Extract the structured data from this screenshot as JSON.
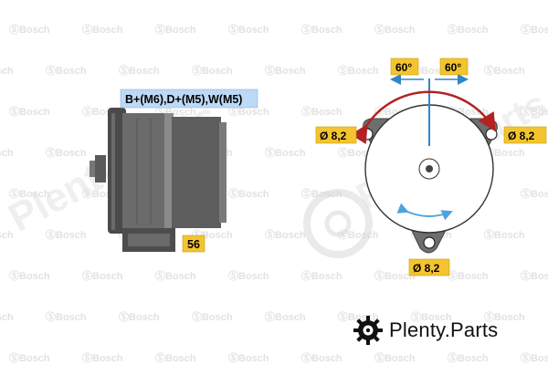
{
  "brand": {
    "text": "Plenty.Parts",
    "icon": "gear-disc-icon"
  },
  "watermark": {
    "text": "Bosch",
    "large": "Plenty.Parts"
  },
  "labels": {
    "terminals": "B+(M6),D+(M5),W(M5)",
    "dim_56": "56",
    "angle_left": "60°",
    "angle_right": "60°",
    "hole_left": "Ø 8,2",
    "hole_right": "Ø 8,2",
    "hole_bottom": "Ø 8,2"
  },
  "colors": {
    "body": "#6b6b6b",
    "body_dark": "#4a4a4a",
    "label_yellow": "#f4c430",
    "label_blue": "#bcd9f5",
    "arrow_red": "#b22222",
    "arrow_blue": "#2f86c8"
  }
}
